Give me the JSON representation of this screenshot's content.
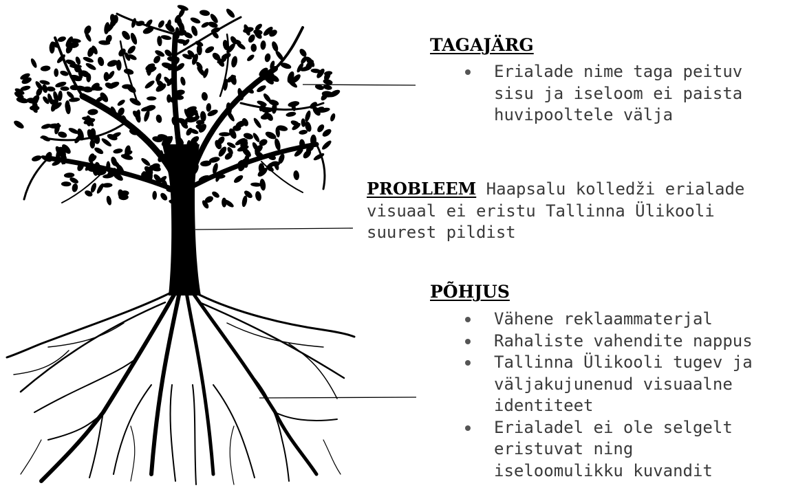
{
  "consequence": {
    "heading": "TAGAJÄRG",
    "items": [
      "Erialade nime taga peituv\nsisu ja iseloom ei paista\nhuvipooltele välja"
    ]
  },
  "problem": {
    "heading": "PROBLEEM",
    "line1": " Haapsalu kolledži erialade",
    "line2": "visuaal ei eristu Tallinna  Ülikooli",
    "line3": "suurest  pildist"
  },
  "cause": {
    "heading": "PÕHJUS",
    "items": [
      "Vähene reklaammaterjal",
      "Rahaliste vahendite nappus",
      "Tallinna Ülikooli  tugev ja\nväljakujunenud visuaalne\nidentiteet",
      "Erialadel ei ole selgelt\neristuvat ning\niseloomulikku kuvandit"
    ]
  },
  "colors": {
    "tree": "#000000",
    "text": "#3a3a3a",
    "connector": "#000000"
  },
  "icons": {
    "tree": "tree-with-roots-icon"
  }
}
